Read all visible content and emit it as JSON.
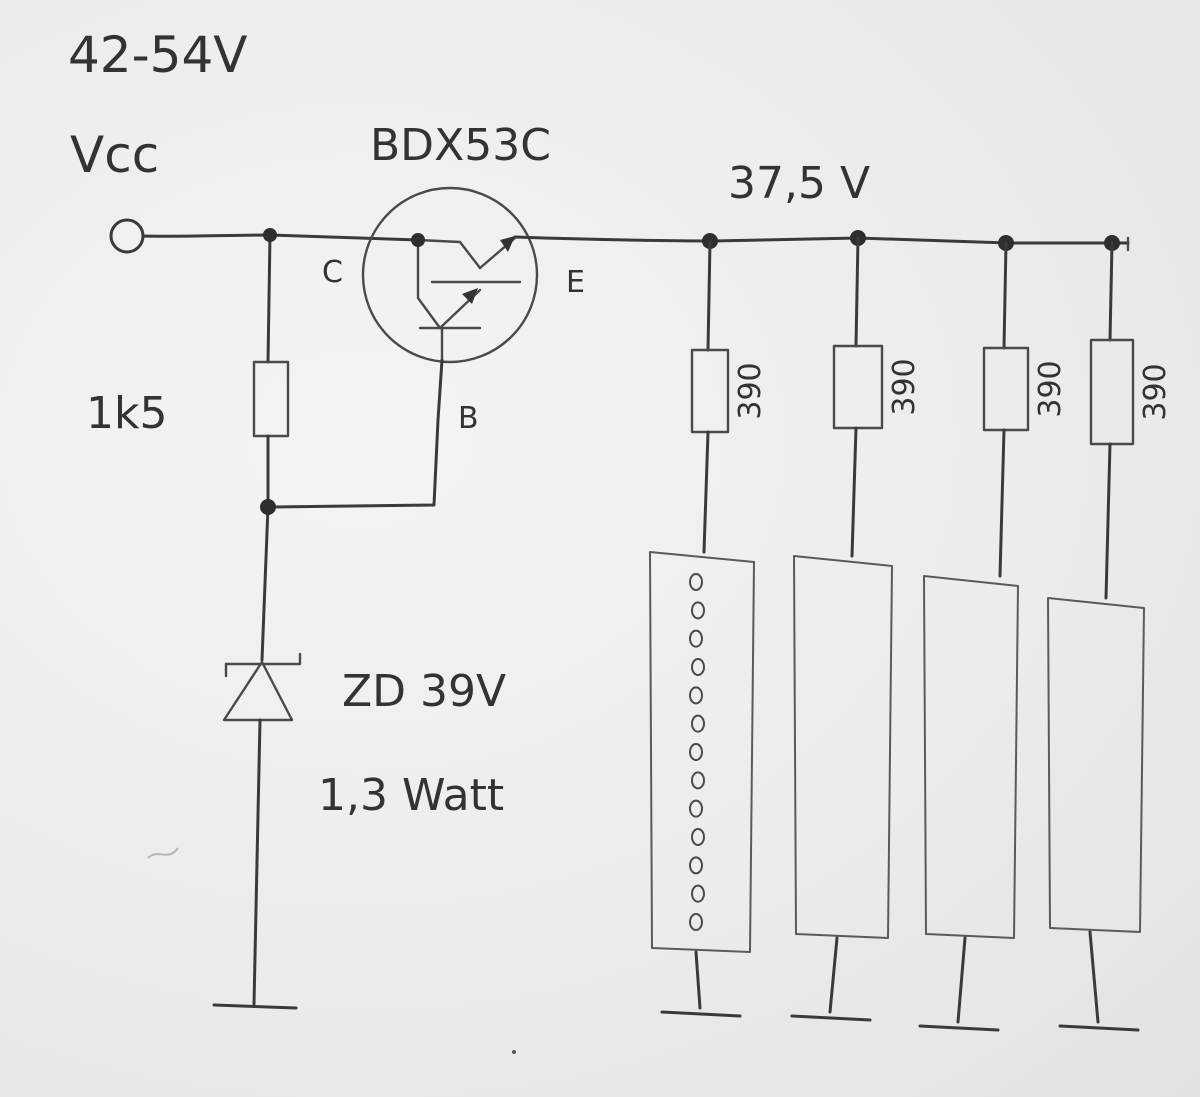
{
  "supply": {
    "voltage_range": "42-54V",
    "name": "Vcc"
  },
  "transistor": {
    "part": "BDX53C",
    "pin_collector": "C",
    "pin_emitter": "E",
    "pin_base": "B"
  },
  "resistor_base": {
    "value": "1k5"
  },
  "zener": {
    "name": "ZD 39V",
    "power": "1,3 Watt"
  },
  "output": {
    "voltage": "37,5 V"
  },
  "branches": [
    {
      "resistor_value": "390",
      "led_count": 13
    },
    {
      "resistor_value": "390",
      "led_count": 0
    },
    {
      "resistor_value": "390",
      "led_count": 0
    },
    {
      "resistor_value": "390",
      "led_count": 0
    }
  ]
}
